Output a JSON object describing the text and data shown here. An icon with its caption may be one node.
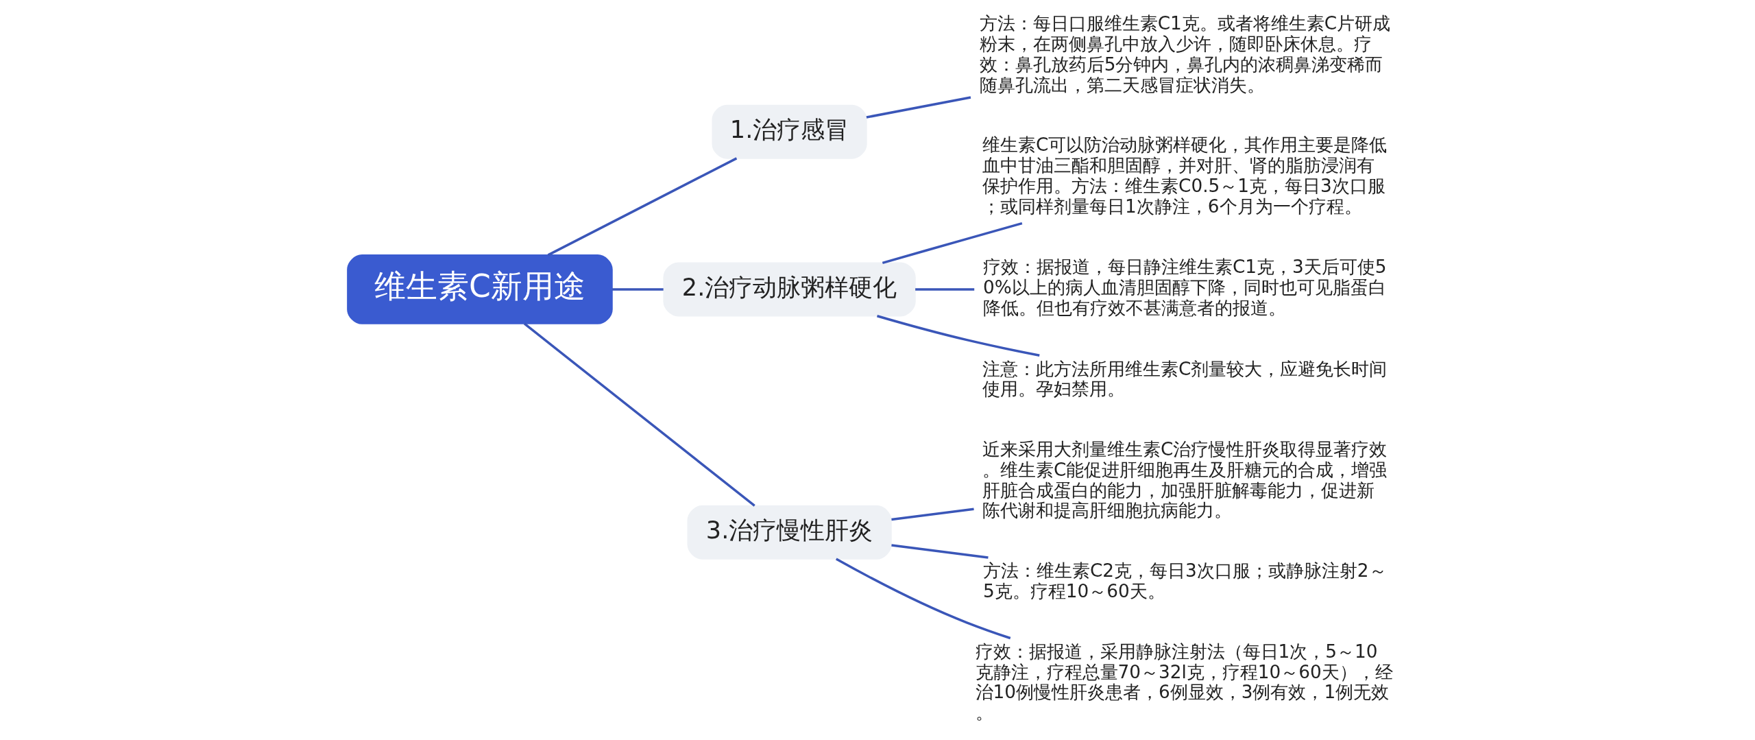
{
  "diagram": {
    "nodes": [
      {
        "text": [
          "维生素C新用途"
        ]
      },
      {
        "text": [
          "1.治疗感冒"
        ]
      },
      {
        "text": [
          "方法：每日口服维生素C1克。或者将维生素C片研成粉末，在两侧鼻孔中放入少许，随即卧床休息。疗效：鼻孔放药后5分钟内，鼻孔内的浓稠鼻涕变稀而随鼻孔流出，第二天感冒症状消失。"
        ]
      },
      {
        "text": [
          "2.治疗动脉粥样硬化"
        ]
      },
      {
        "text": [
          "维生素C可以防治动脉粥样硬化，其作用主要是降低血中甘油三酯和胆固醇，并对肝、肾的脂肪浸润有保护作用。方法：维生素C0.5～1克，每日3次口服；或同样剂量每日1次静注，6个月为一个疗程。"
        ]
      },
      {
        "text": [
          "疗效：据报道，每日静注维生素C1克，3天后可使50%以上的病人血清胆固醇下降，同时也可见脂蛋白降低。但也有疗效不甚满意者的报道。"
        ]
      },
      {
        "text": [
          "注意：此方法所用维生素C剂量较大，应避免长时间使用。孕妇禁用。"
        ]
      },
      {
        "text": [
          "3.治疗慢性肝炎"
        ]
      },
      {
        "text": [
          "近来采用大剂量维生素C治疗慢性肝炎取得显著疗效。维生素C能促进肝细胞再生及肝糖元的合成，增强肝脏合成蛋白的能力，加强肝脏解毒能力，促进新陈代谢和提高肝细胞抗病能力。"
        ]
      },
      {
        "text": [
          "方法：维生素C2克，每日3次口服；或静脉注射2～5克。疗程10～60天。"
        ]
      },
      {
        "text": [
          "疗效：据报道，采用静脉注射法（每日1次，5～10克静注，疗程总量70～32l克，疗程10～60天），经治10例慢性肝炎患者，6例显效，3例有效，1例无效。"
        ]
      }
    ],
    "edges": [
      {
        "from": 0,
        "to": 1,
        "arrow": "none"
      },
      {
        "from": 1,
        "to": 2,
        "arrow": "none"
      },
      {
        "from": 0,
        "to": 3,
        "arrow": "none"
      },
      {
        "from": 3,
        "to": 4,
        "arrow": "none"
      },
      {
        "from": 3,
        "to": 5,
        "arrow": "none"
      },
      {
        "from": 3,
        "to": 6,
        "arrow": "none"
      },
      {
        "from": 0,
        "to": 7,
        "arrow": "none"
      },
      {
        "from": 7,
        "to": 8,
        "arrow": "none"
      },
      {
        "from": 7,
        "to": 9,
        "arrow": "none"
      },
      {
        "from": 7,
        "to": 10,
        "arrow": "none"
      }
    ]
  }
}
